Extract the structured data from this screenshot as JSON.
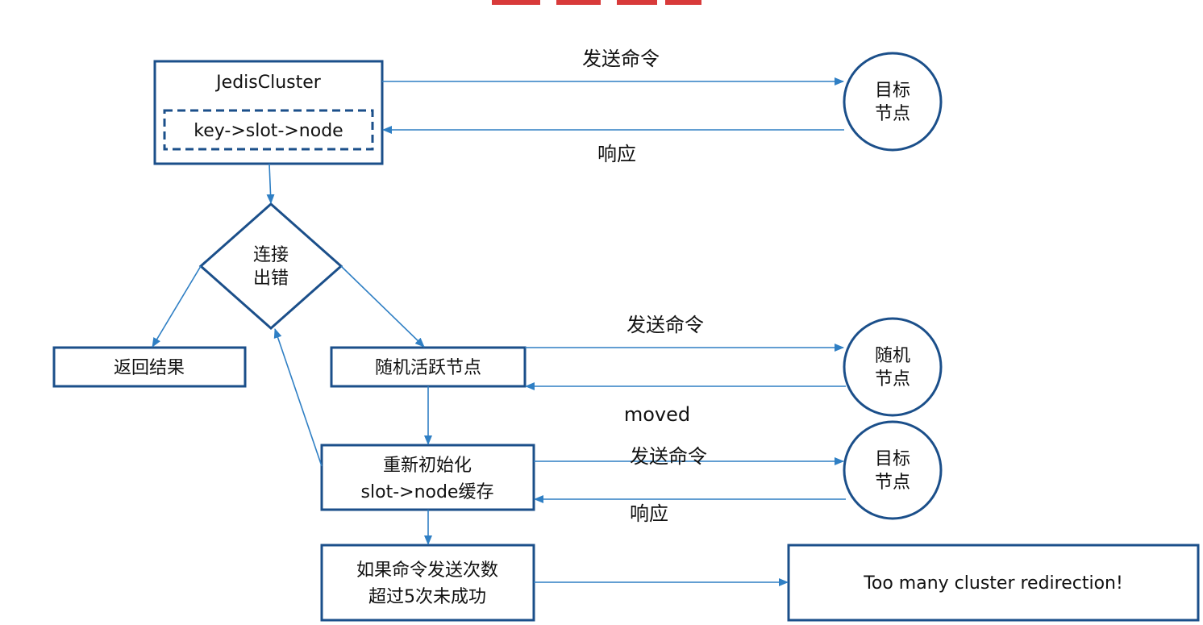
{
  "nodes": {
    "jedis_cluster": "JedisCluster",
    "key_slot_node": "key->slot->node",
    "target_node_1": [
      "目标",
      "节点"
    ],
    "connection_error": [
      "连接",
      "出错"
    ],
    "return_result": "返回结果",
    "random_active_node": "随机活跃节点",
    "random_node": [
      "随机",
      "节点"
    ],
    "reinit_cache": [
      "重新初始化",
      "slot->node缓存"
    ],
    "target_node_2": [
      "目标",
      "节点"
    ],
    "retry_check": [
      "如果命令发送次数",
      "超过5次未成功"
    ],
    "too_many_redirection": "Too many cluster redirection!"
  },
  "edges": {
    "send_command_1": "发送命令",
    "response_1": "响应",
    "send_command_2": "发送命令",
    "moved": "moved",
    "send_command_3": "发送命令",
    "response_2": "响应"
  },
  "colors": {
    "node_stroke": "#1b4f8a",
    "arrow": "#2f7fc4",
    "title_fragment": "#d83a3a"
  }
}
